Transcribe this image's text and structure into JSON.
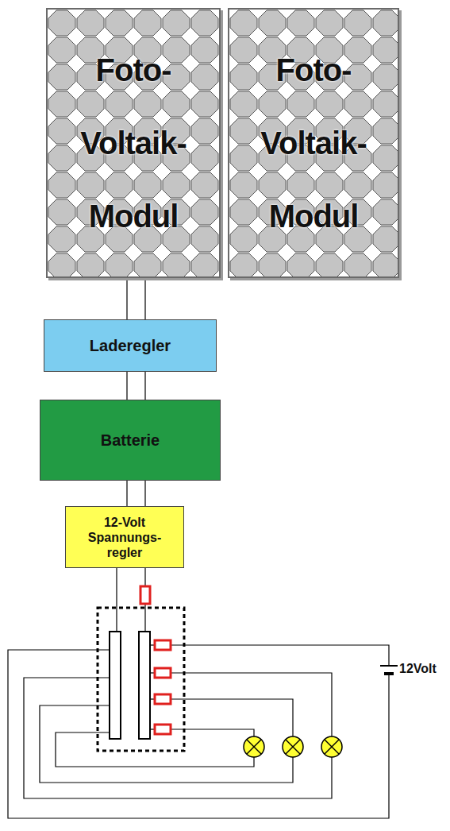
{
  "diagram": {
    "nodes": [
      {
        "text": [
          "Foto- Voltaik- Modul"
        ]
      },
      {
        "text": [
          "Foto- Voltaik- Modul"
        ]
      },
      {
        "text": [
          "Laderegler"
        ]
      },
      {
        "text": [
          "Batterie"
        ]
      },
      {
        "text": [
          "12-Volt Spannungs- regler"
        ]
      }
    ],
    "edges": [
      {
        "from": 0,
        "to": 2,
        "arrow": "none"
      },
      {
        "from": 2,
        "to": 3,
        "arrow": "none"
      },
      {
        "from": 3,
        "to": 4,
        "arrow": "none"
      }
    ],
    "labels": [
      "12Volt"
    ]
  }
}
